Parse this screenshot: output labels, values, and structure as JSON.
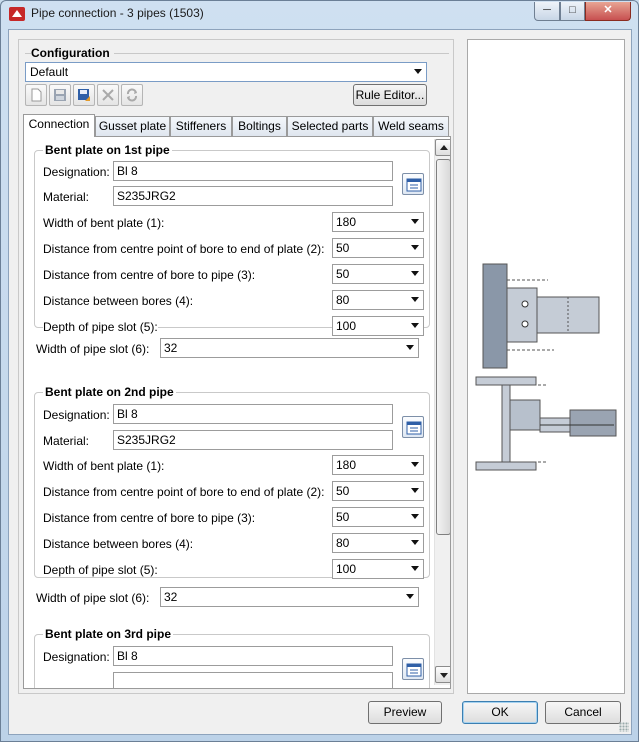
{
  "window": {
    "title": "Pipe connection - 3 pipes (1503)",
    "controls": {
      "minimize": "─",
      "maximize": "□",
      "close": "✕"
    }
  },
  "configuration": {
    "title": "Configuration",
    "selected": "Default",
    "rule_editor": "Rule Editor..."
  },
  "toolbar_icons": [
    "new-icon",
    "save-icon",
    "save-as-icon",
    "delete-icon",
    "refresh-icon"
  ],
  "tabs": [
    {
      "label": "Connection",
      "active": true
    },
    {
      "label": "Gusset plate"
    },
    {
      "label": "Stiffeners"
    },
    {
      "label": "Boltings"
    },
    {
      "label": "Selected parts"
    },
    {
      "label": "Weld seams"
    }
  ],
  "sections": [
    {
      "title": "Bent plate on 1st pipe",
      "designation_label": "Designation:",
      "designation": "Bl 8",
      "material_label": "Material:",
      "material": "S235JRG2",
      "rows": [
        {
          "label": "Width of bent plate (1):",
          "value": "180"
        },
        {
          "label": "Distance from centre point of bore to end of plate (2):",
          "value": "50"
        },
        {
          "label": "Distance from centre of bore to pipe (3):",
          "value": "50"
        },
        {
          "label": "Distance between bores (4):",
          "value": "80"
        },
        {
          "label": "Depth of pipe slot (5):",
          "value": "100"
        }
      ],
      "slot_label": "Width of pipe slot (6):",
      "slot_value": "32"
    },
    {
      "title": "Bent plate on 2nd pipe",
      "designation_label": "Designation:",
      "designation": "Bl 8",
      "material_label": "Material:",
      "material": "S235JRG2",
      "rows": [
        {
          "label": "Width of bent plate (1):",
          "value": "180"
        },
        {
          "label": "Distance from centre point of bore to end of plate (2):",
          "value": "50"
        },
        {
          "label": "Distance from centre of bore to pipe (3):",
          "value": "50"
        },
        {
          "label": "Distance between bores (4):",
          "value": "80"
        },
        {
          "label": "Depth of pipe slot (5):",
          "value": "100"
        }
      ],
      "slot_label": "Width of pipe slot (6):",
      "slot_value": "32"
    },
    {
      "title": "Bent plate on 3rd pipe",
      "designation_label": "Designation:",
      "designation": "Bl 8"
    }
  ],
  "buttons": {
    "preview": "Preview",
    "ok": "OK",
    "cancel": "Cancel"
  },
  "colors": {
    "accent": "#3c7fb1",
    "steel": "#8a97a8",
    "pipe": "#c5ccd6"
  }
}
